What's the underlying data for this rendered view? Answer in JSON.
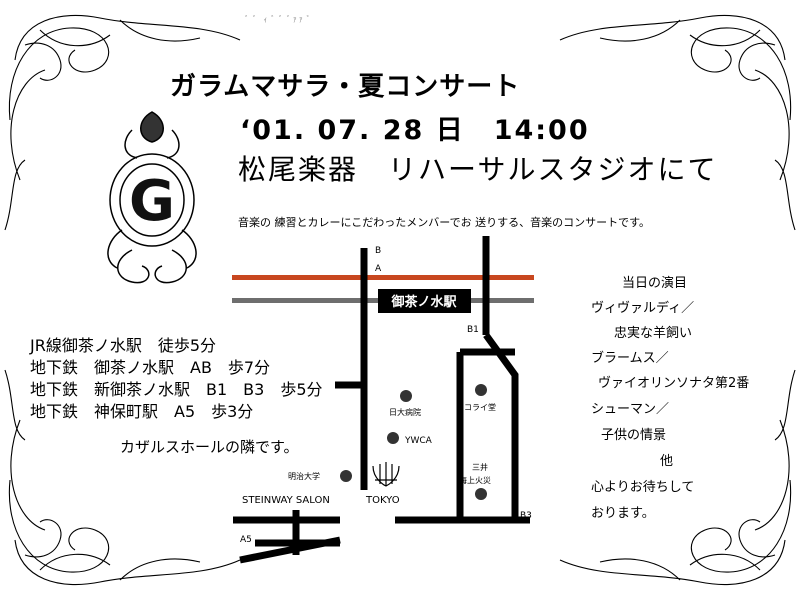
{
  "header_stamp": "ﾞ ﾞ ｨ ﾞ ﾞ ﾞｧｧ ﾞ",
  "event": {
    "title": "ガラムマサラ・夏コンサート",
    "datetime": "‘01. 07. 28 日　14:00",
    "venue": "松尾楽器　リハーサルスタジオにて",
    "intro": "音楽の 練習とカレーにこだわったメンバーでお 送りする、音楽のコンサートです。"
  },
  "access": [
    "JR線御茶ノ水駅　徒歩5分",
    "地下鉄　御茶ノ水駅　AB　歩7分",
    "地下鉄　新御茶ノ水駅　B1　B3　歩5分",
    "地下鉄　神保町駅　A5　歩3分"
  ],
  "neighbor_note": "カザルスホールの隣です。",
  "program": {
    "heading": "当日の演目",
    "items": [
      "ヴィヴァルディ／",
      "忠実な羊飼い",
      "ブラームス／",
      "ヴァイオリンソナタ第2番",
      "シューマン／",
      "子供の情景",
      "他",
      "心よりお待ちして",
      "おります。"
    ]
  },
  "map": {
    "station": "御茶ノ水駅",
    "exit_b": "B",
    "exit_a": "A",
    "exit_b1": "B1",
    "exit_a5": "A5",
    "exit_b3": "B3",
    "nichidai": "日大病院",
    "nikolai": "ニコライ堂",
    "ywca": "YWCA",
    "meiji": "明治大学",
    "mitsui": "三井",
    "kaijo": "海上火災",
    "steinway": "STEINWAY SALON",
    "tokyo": "TOKYO"
  },
  "colors": {
    "rail_orange": "#c8471f",
    "rail_gray": "#6e6e6e",
    "ink": "#000000"
  },
  "decor": {
    "monogram": "G",
    "logo_icon": "steinway-lyre-logo",
    "frame_icon": "ornamental-scroll-frame"
  }
}
